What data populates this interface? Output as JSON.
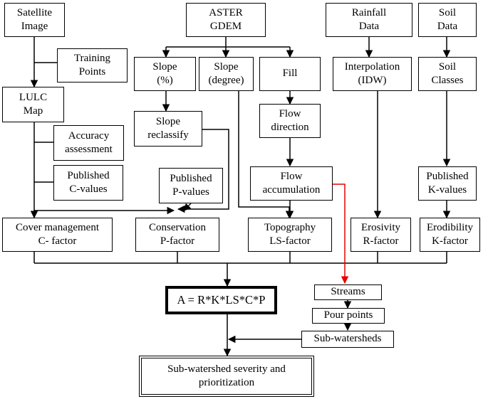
{
  "nodes": {
    "satellite_image": "Satellite\nImage",
    "aster_gdem": "ASTER\nGDEM",
    "rainfall_data": "Rainfall\nData",
    "soil_data": "Soil\nData",
    "training_points": "Training\nPoints",
    "slope_percent": "Slope\n(%)",
    "slope_degree": "Slope\n(degree)",
    "fill": "Fill",
    "interpolation": "Interpolation\n(IDW)",
    "soil_classes": "Soil\nClasses",
    "lulc_map": "LULC\nMap",
    "slope_reclassify": "Slope\nreclassify",
    "flow_direction": "Flow\ndirection",
    "accuracy_assessment": "Accuracy\nassessment",
    "published_c_values": "Published\nC-values",
    "published_p_values": "Published\nP-values",
    "flow_accumulation": "Flow\naccumulation",
    "published_k_values": "Published\nK-values",
    "cover_management": "Cover management\nC- factor",
    "conservation": "Conservation\nP-factor",
    "topography": "Topography\nLS-factor",
    "erosivity": "Erosivity\nR-factor",
    "erodibility": "Erodibility\nK-factor",
    "equation": "A = R*K*LS*C*P",
    "streams": "Streams",
    "pour_points": "Pour points",
    "sub_watersheds": "Sub-watersheds",
    "severity": "Sub-watershed severity and\nprioritization"
  },
  "colors": {
    "line": "#000000",
    "highlight_link": "#e60000"
  }
}
